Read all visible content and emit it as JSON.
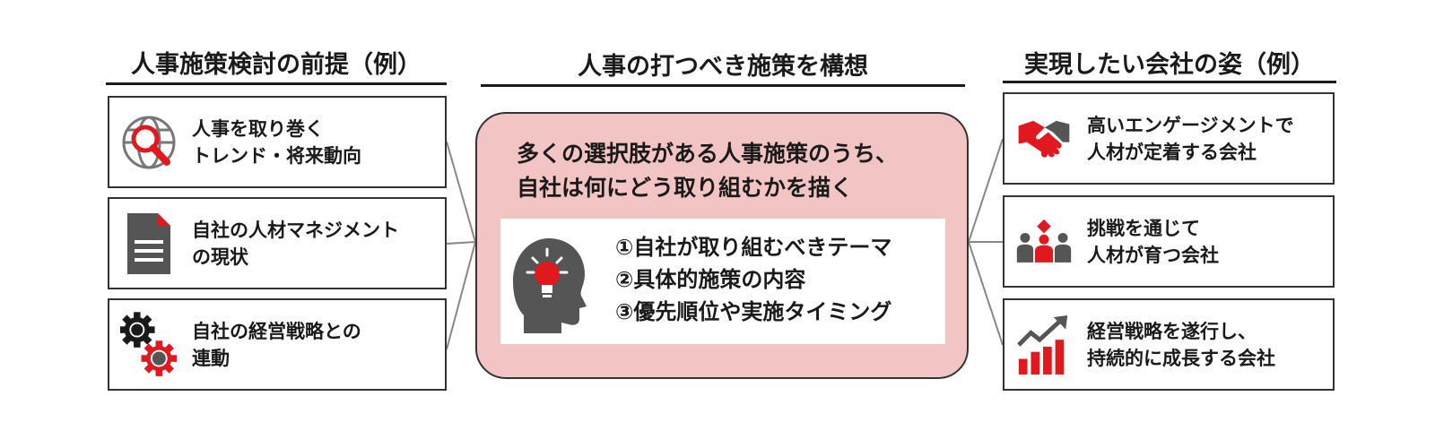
{
  "headers": {
    "left": "人事施策検討の前提（例）",
    "center": "人事の打つべき施策を構想",
    "right": "実現したい会社の姿（例）"
  },
  "left_boxes": [
    {
      "line1": "人事を取り巻く",
      "line2": "トレンド・将来動向",
      "icon": "globe-magnifier-icon"
    },
    {
      "line1": "自社の人材マネジメント",
      "line2": "の現状",
      "icon": "document-icon"
    },
    {
      "line1": "自社の経営戦略との",
      "line2": "連動",
      "icon": "gears-icon"
    }
  ],
  "center": {
    "lead_line1": "多くの選択肢がある人事施策のうち、",
    "lead_line2": "自社は何にどう取り組むかを描く",
    "items": [
      "①自社が取り組むべきテーマ",
      "②具体的施策の内容",
      "③優先順位や実施タイミング"
    ],
    "icon": "head-lightbulb-icon"
  },
  "right_boxes": [
    {
      "line1": "高いエンゲージメントで",
      "line2": "人材が定着する会社",
      "icon": "handshake-icon"
    },
    {
      "line1": "挑戦を通じて",
      "line2": "人材が育つ会社",
      "icon": "team-growth-icon"
    },
    {
      "line1": "経営戦略を遂行し、",
      "line2": "持続的に成長する会社",
      "icon": "growth-chart-icon"
    }
  ],
  "colors": {
    "accent": "#e0191e",
    "gray": "#555555",
    "center_fill": "#f2c4c4"
  }
}
